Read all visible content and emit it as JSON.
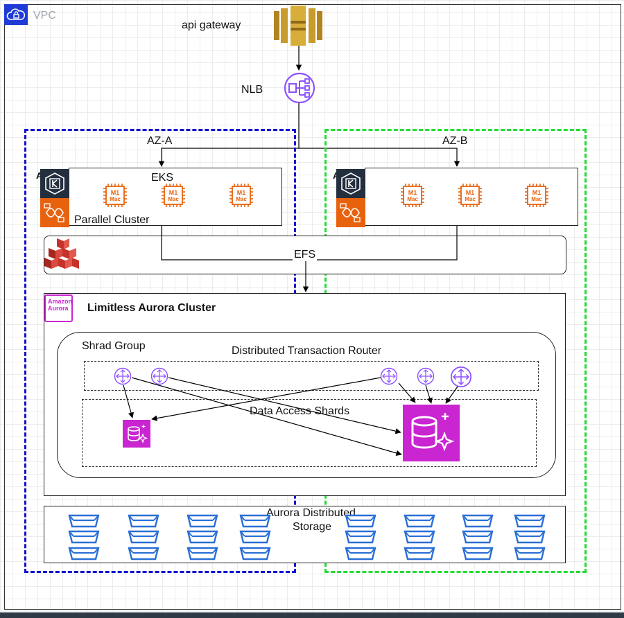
{
  "vpc": {
    "label": "VPC"
  },
  "nodes": {
    "api_gateway": "api gateway",
    "nlb": "NLB",
    "az_a": "AZ-A",
    "az_b": "AZ-B",
    "eks": "EKS",
    "eks_overlap_text": "Am",
    "eks_overlap_text_b": "Am",
    "parallel_cluster": "Parallel Cluster",
    "efs": "EFS",
    "aurora_badge_line1": "Amazon",
    "aurora_badge_line2": "Aurora",
    "limitless_cluster": "Limitless Aurora Cluster",
    "shard_group": "Shrad Group",
    "transaction_router": "Distributed Transaction Router",
    "data_access_shards": "Data Access Shards",
    "storage_line1": "Aurora Distributed",
    "storage_line2": "Storage"
  },
  "chip_label": {
    "line1": "M1",
    "line2": "Mac"
  },
  "colors": {
    "az_a_border": "#1010d0",
    "az_b_border": "#22dd33",
    "aws_orange": "#e8620e",
    "aurora_magenta": "#c925d1",
    "router_purple": "#8c4fff",
    "storage_blue": "#2a6fd6",
    "gateway_gold": "#c89b2a",
    "eks_dark": "#232f3e"
  },
  "icons": {
    "api_gateway": "api-gateway-icon",
    "nlb": "network-load-balancer-icon",
    "eks": "eks-kubernetes-icon",
    "parallel_cluster": "parallel-cluster-icon",
    "efs": "efs-stack-icon",
    "m1_mac": "m1-mac-chip-icon",
    "router": "router-icon",
    "aurora_db": "aurora-database-icon",
    "storage": "storage-bucket-icon"
  }
}
